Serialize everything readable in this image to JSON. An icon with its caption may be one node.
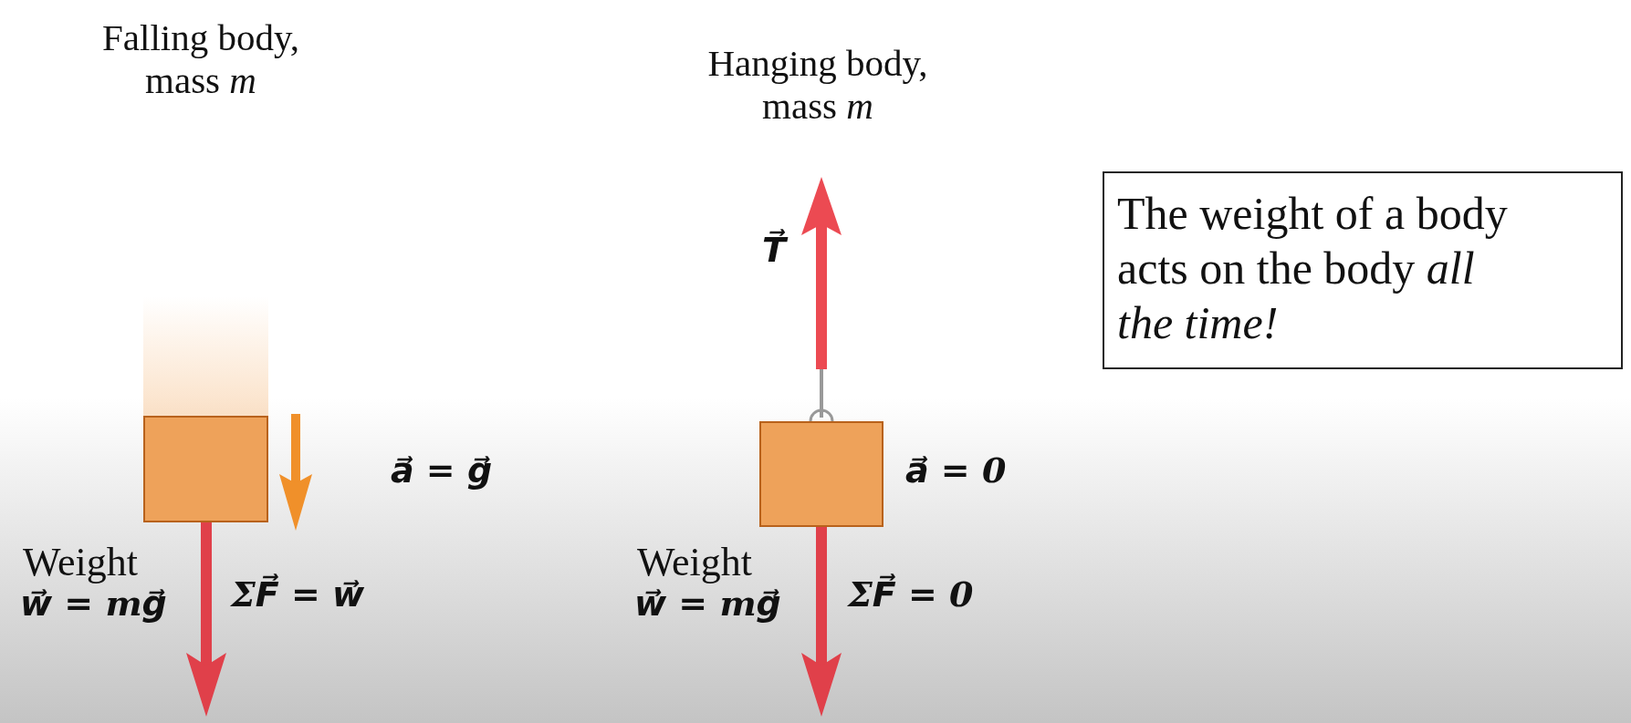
{
  "diagram": {
    "nodes": [
      {
        "text": [],
        "shape": "box"
      },
      {
        "text": [],
        "shape": "box"
      },
      {
        "text": [
          "The weight of a body acts on the body *all the time!*"
        ]
      }
    ],
    "labels": [
      "Falling body, mass *m*",
      "Hanging body, mass *m*",
      "a⃗ = g⃗",
      "T⃗",
      "a⃗ = 0",
      "Weight",
      "w⃗ = mg⃗",
      "ΣF⃗ = w⃗",
      "Weight",
      "w⃗ = mg⃗",
      "ΣF⃗ = 0"
    ]
  }
}
